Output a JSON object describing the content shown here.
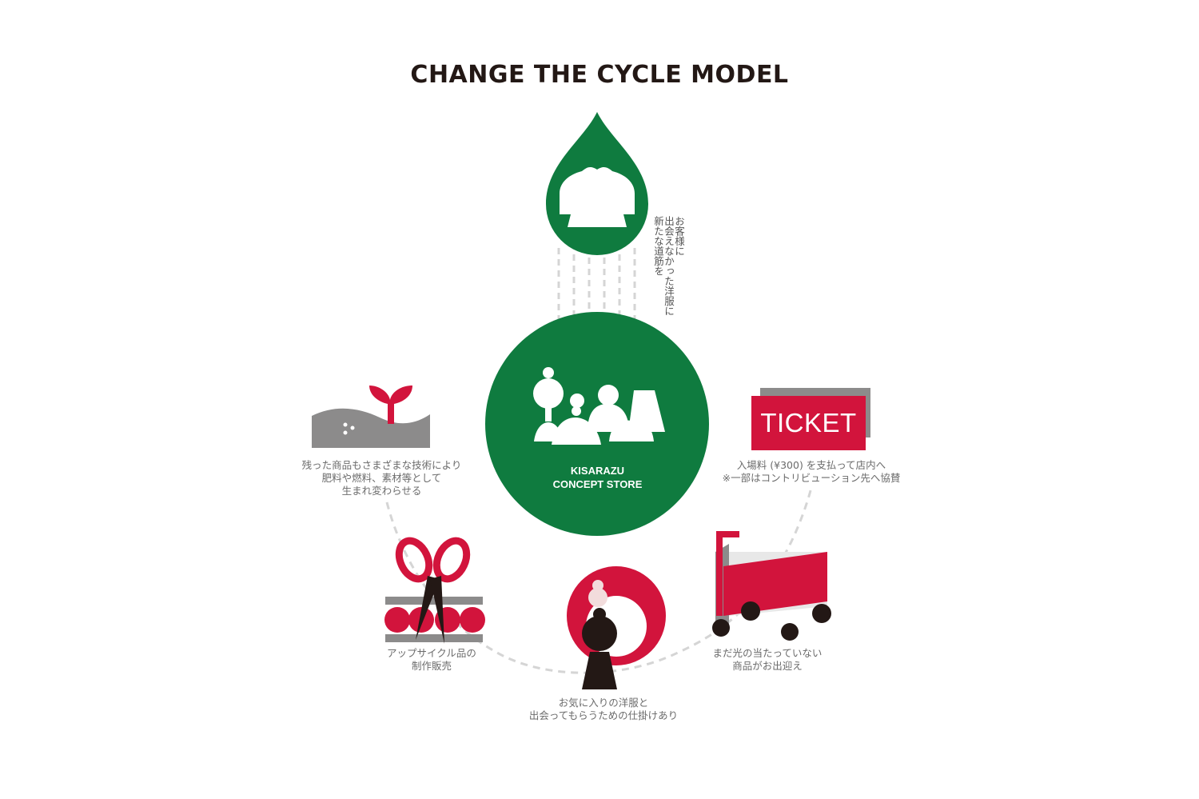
{
  "title": "CHANGE THE CYCLE MODEL",
  "center": {
    "line1": "KISARAZU",
    "line2": "CONCEPT STORE"
  },
  "top_caption": [
    "お客様に",
    "出会えなかった洋服に",
    "新たな道筋を"
  ],
  "ticket": {
    "text": "TICKET",
    "caption_line1": "入場料 (¥300) を支払って店内へ",
    "caption_line2": "※一部はコントリビューション先へ協賛"
  },
  "cart_caption": {
    "line1": "まだ光の当たっていない",
    "line2": "商品がお出迎え"
  },
  "matching_caption": {
    "line1": "お気に入りの洋服と",
    "line2": "出会ってもらうための仕掛けあり"
  },
  "upcycle_caption": {
    "line1": "アップサイクル品の",
    "line2": "制作販売"
  },
  "recycle_caption": {
    "line1": "残った商品もさまざまな技術により",
    "line2": "肥料や燃料、素材等として",
    "line3": "生まれ変わらせる"
  },
  "colors": {
    "green": "#0f7b3f",
    "red": "#d2143c",
    "gray": "#8c8b8b",
    "dark": "#231815",
    "line": "#cfcfcf"
  },
  "icons": [
    "drop-clothing-icon",
    "store-clothing-icon",
    "ticket-icon",
    "cart-icon",
    "matching-icon",
    "scissors-ribbon-icon",
    "sprout-icon"
  ]
}
